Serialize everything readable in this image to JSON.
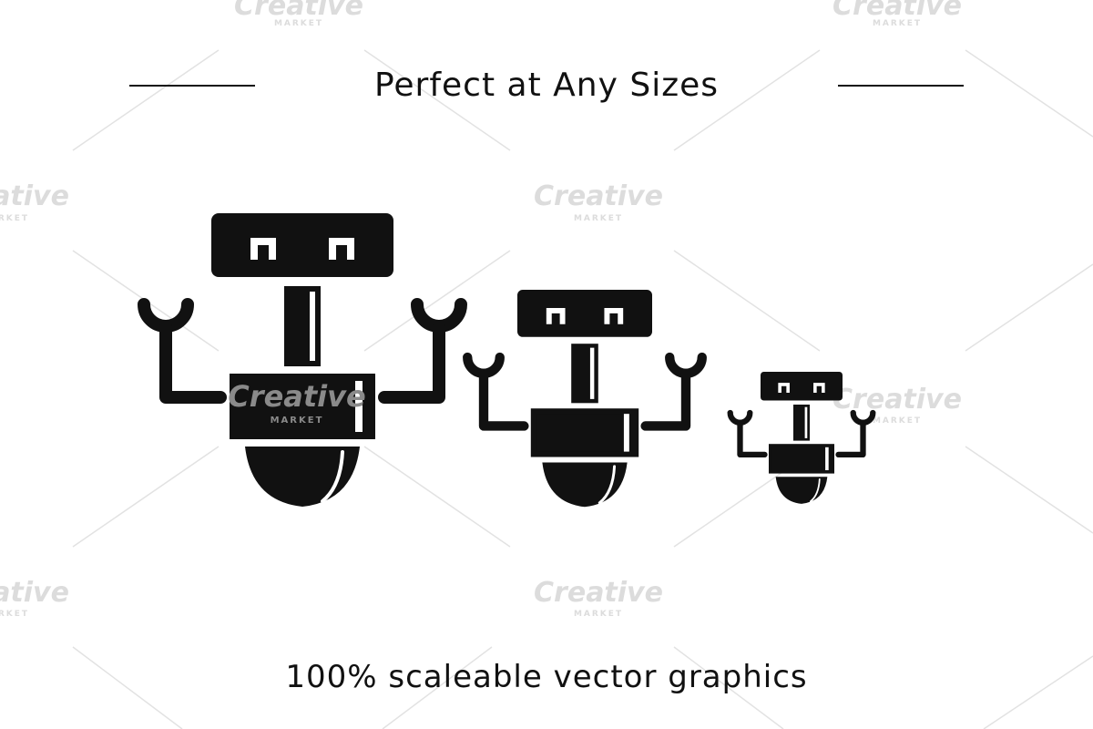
{
  "title": "Perfect at Any Sizes",
  "subtitle": "100% scaleable vector graphics",
  "watermark": {
    "brand": "Creative",
    "sub": "MARKET"
  },
  "icon": "robot-icon",
  "colors": {
    "ink": "#111111",
    "background": "#ffffff",
    "watermark": "#d9d9d9"
  }
}
